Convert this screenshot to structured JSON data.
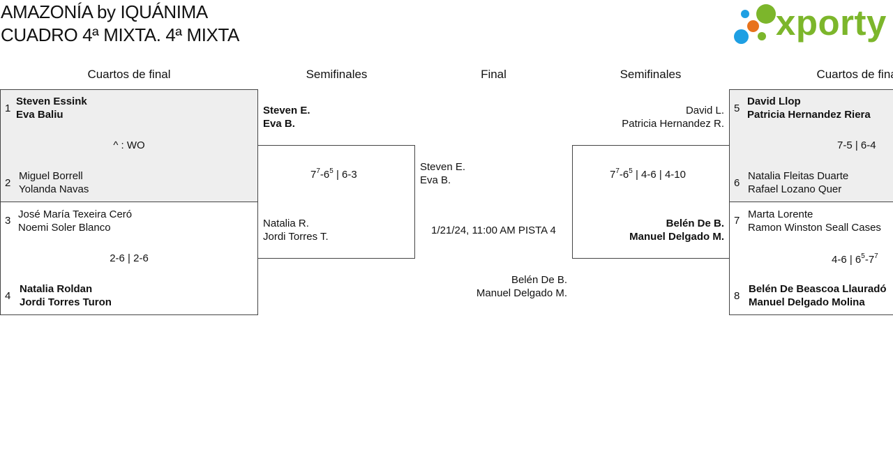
{
  "title": {
    "line1": "AMAZONÍA by IQUÁNIMA",
    "line2": "CUADRO 4ª MIXTA. 4ª MIXTA"
  },
  "logo": {
    "text": "xporty",
    "colors": {
      "green": "#7cb62b",
      "blue": "#1e9fe3",
      "orange": "#e8731c"
    }
  },
  "rounds": {
    "left_qf": "Cuartos de final",
    "left_sf": "Semifinales",
    "final": "Final",
    "right_sf": "Semifinales",
    "right_qf": "Cuartos de final"
  },
  "quarterfinals": {
    "m1": {
      "top": {
        "seed": "1",
        "p1": "Steven Essink",
        "p2": "Eva Baliu"
      },
      "score": "^ : WO",
      "bottom": {
        "seed": "2",
        "p1": "Miguel Borrell",
        "p2": "Yolanda Navas"
      }
    },
    "m2": {
      "top": {
        "seed": "3",
        "p1": "José María Texeira Ceró",
        "p2": "Noemi Soler Blanco"
      },
      "score": "2-6 | 2-6",
      "bottom": {
        "seed": "4",
        "p1": "Natalia Roldan",
        "p2": "Jordi Torres Turon"
      }
    },
    "m3": {
      "top": {
        "seed": "5",
        "p1": "David Llop",
        "p2": "Patricia Hernandez Riera"
      },
      "score": "7-5 | 6-4",
      "bottom": {
        "seed": "6",
        "p1": "Natalia Fleitas Duarte",
        "p2": "Rafael Lozano Quer"
      }
    },
    "m4": {
      "top": {
        "seed": "7",
        "p1": "Marta Lorente",
        "p2": "Ramon Winston Seall Cases"
      },
      "score": {
        "a": "4-6 | 6",
        "sup1": "5",
        "b": "-7",
        "sup2": "7"
      },
      "bottom": {
        "seed": "8",
        "p1": "Belén De Beascoa Llauradó",
        "p2": "Manuel Delgado Molina"
      }
    }
  },
  "semifinals": {
    "left": {
      "top": {
        "p1": "Steven E.",
        "p2": "Eva B."
      },
      "score": {
        "a": "7",
        "sup1": "7",
        "b": "-6",
        "sup2": "5",
        "c": " | 6-3"
      },
      "bottom": {
        "p1": "Natalia R.",
        "p2": "Jordi Torres T."
      }
    },
    "right": {
      "top": {
        "p1": "David L.",
        "p2": "Patricia Hernandez R."
      },
      "score": {
        "a": "7",
        "sup1": "7",
        "b": "-6",
        "sup2": "5",
        "c": " | 4-6 | 4-10"
      },
      "bottom": {
        "p1": "Belén De B.",
        "p2": "Manuel Delgado M."
      }
    }
  },
  "final": {
    "top": {
      "p1": "Steven E.",
      "p2": "Eva B."
    },
    "schedule": "1/21/24, 11:00 AM PISTA 4",
    "bottom": {
      "p1": "Belén De B.",
      "p2": "Manuel Delgado M."
    }
  }
}
